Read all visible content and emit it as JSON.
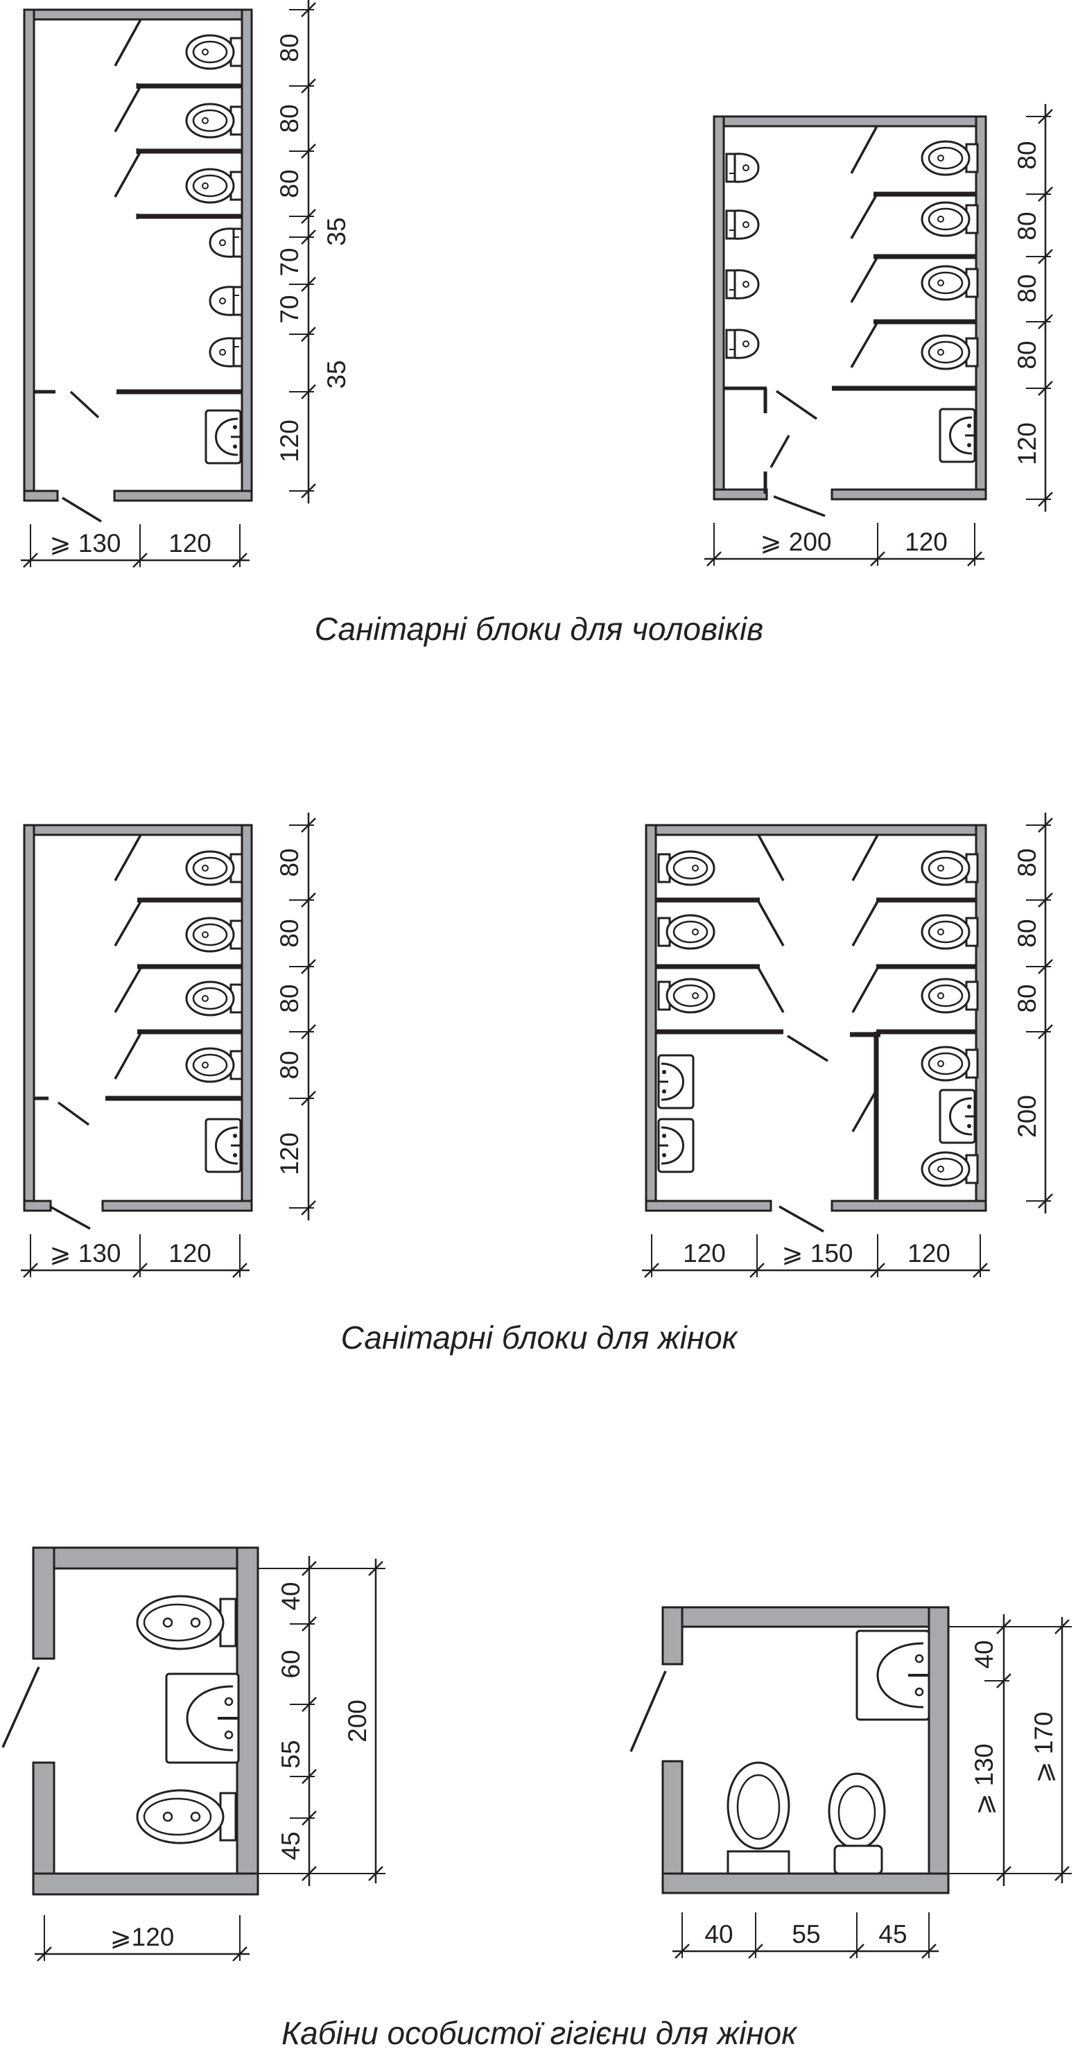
{
  "captions": {
    "men": "Санітарні блоки для чоловіків",
    "women": "Санітарні блоки для жінок",
    "hygiene": "Кабіни особистої гігієни для жінок"
  },
  "dimensions": {
    "men_a": {
      "h": [
        "⩾ 130",
        "120"
      ],
      "v": [
        "80",
        "80",
        "80",
        "35",
        "70",
        "70",
        "35",
        "120"
      ]
    },
    "men_b": {
      "h": [
        "⩾ 200",
        "120"
      ],
      "v": [
        "80",
        "80",
        "80",
        "80",
        "120"
      ]
    },
    "women_a": {
      "h": [
        "⩾ 130",
        "120"
      ],
      "v": [
        "80",
        "80",
        "80",
        "80",
        "120"
      ]
    },
    "women_b": {
      "h": [
        "120",
        "⩾ 150",
        "120"
      ],
      "v": [
        "80",
        "80",
        "80",
        "200"
      ]
    },
    "hyg_a": {
      "h": [
        "⩾120"
      ],
      "v": [
        "40",
        "60",
        "55",
        "45"
      ],
      "total": "200"
    },
    "hyg_b": {
      "h": [
        "40",
        "55",
        "45"
      ],
      "v": [
        "40",
        "⩾ 130"
      ],
      "total": "⩾ 170"
    }
  },
  "colors": {
    "wall": "#a7a9ac",
    "ink": "#231f20",
    "paper": "#ffffff"
  },
  "icons": [
    "toilet-icon",
    "urinal-icon",
    "washbasin-icon",
    "bidet-icon",
    "door-icon"
  ]
}
